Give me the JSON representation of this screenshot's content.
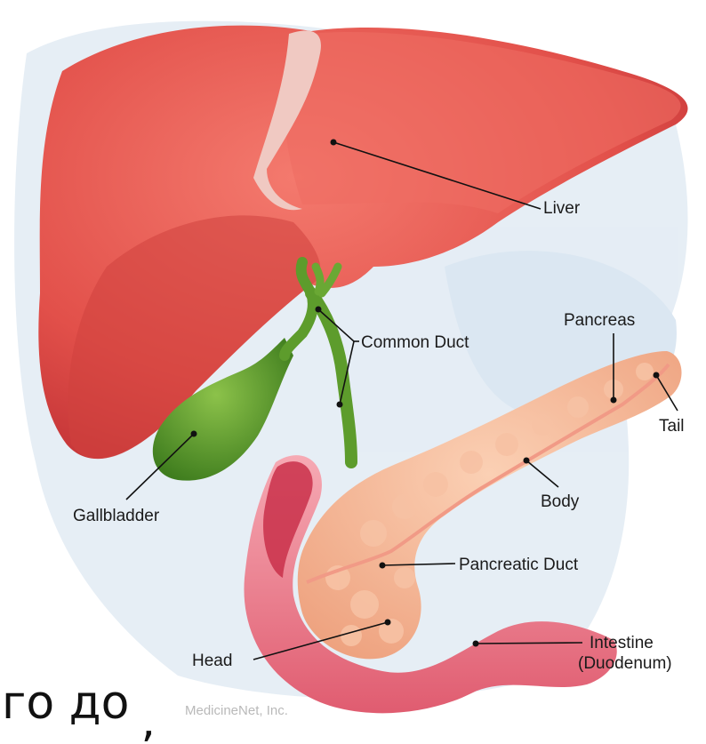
{
  "labels": {
    "liver": "Liver",
    "pancreas": "Pancreas",
    "common_duct": "Common Duct",
    "tail": "Tail",
    "gallbladder": "Gallbladder",
    "body": "Body",
    "pancreatic_duct": "Pancreatic Duct",
    "intestine": "Intestine",
    "duodenum": "(Duodenum)",
    "head": "Head"
  },
  "watermark": "MedicineNet, Inc.",
  "caption": {
    "line1": "го до",
    "line2": "’"
  },
  "colors": {
    "liver": "#e85a52",
    "liver_dark": "#c93c39",
    "gallbladder": "#5f9f2f",
    "pancreas": "#f5b08e",
    "intestine": "#ee7d8c",
    "background_wash": "#dbe7f1"
  }
}
